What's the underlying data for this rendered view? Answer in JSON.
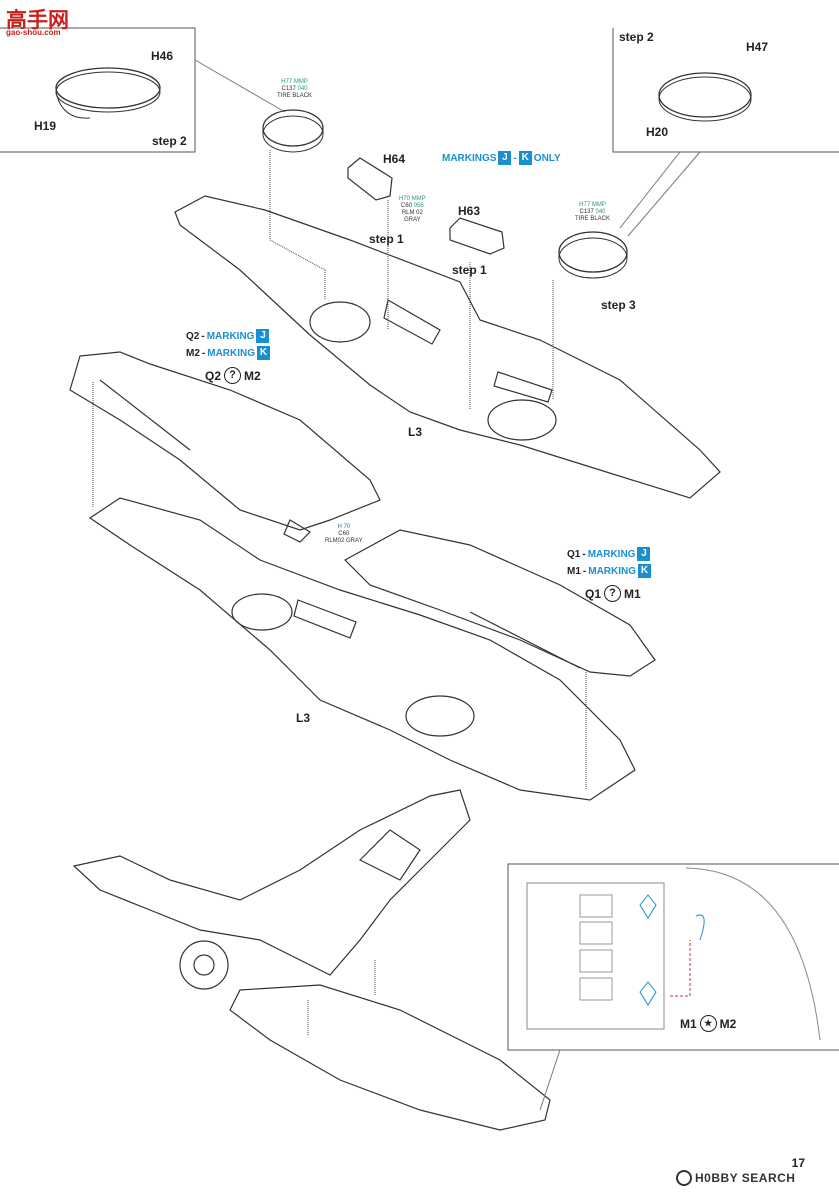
{
  "logo": {
    "title": "高手网",
    "url": "gao-shou.com"
  },
  "page_number": "17",
  "watermark": "H0BBY SEARCH",
  "insets": {
    "step2_left": "step 2",
    "step2_right": "step 2"
  },
  "parts": {
    "h46": "H46",
    "h19": "H19",
    "h47": "H47",
    "h20": "H20",
    "h64": "H64",
    "h63": "H63",
    "l3_top": "L3",
    "l3_bottom": "L3"
  },
  "steps": {
    "s1a": "step 1",
    "s1b": "step 1",
    "s3": "step 3"
  },
  "paint_callouts": {
    "tire1": {
      "l1a": "H77",
      "l1b": "MMP",
      "l2a": "C137",
      "l2b": "040",
      "l3": "TIRE BLACK"
    },
    "rlm02a": {
      "l1a": "H70",
      "l1b": "MMP",
      "l2a": "C60",
      "l2b": "056",
      "l3": "RLM 02",
      "l4": "GRAY"
    },
    "tire2": {
      "l1a": "H77",
      "l1b": "MMP",
      "l2a": "C137",
      "l2b": "040",
      "l3": "TIRE BLACK"
    },
    "rlm02b": {
      "l1a": "H 70",
      "l2a": "C60",
      "l3": "RLM02 GRAY"
    }
  },
  "markings": {
    "only": {
      "text": "MARKINGS",
      "j": "J",
      "sep": "-",
      "k": "K",
      "suffix": "ONLY"
    },
    "q2": {
      "code": "Q2",
      "sep": " - ",
      "text": "MARKING",
      "box": "J"
    },
    "m2": {
      "code": "M2",
      "sep": " - ",
      "text": "MARKING",
      "box": "K"
    },
    "q1": {
      "code": "Q1",
      "sep": " - ",
      "text": "MARKING",
      "box": "J"
    },
    "m1": {
      "code": "M1",
      "sep": " - ",
      "text": "MARKING",
      "box": "K"
    }
  },
  "options": {
    "top": {
      "left": "Q2",
      "symbol": "?",
      "right": "M2"
    },
    "mid": {
      "left": "Q1",
      "symbol": "?",
      "right": "M1"
    },
    "mask": {
      "left": "M1",
      "right": "M2"
    }
  },
  "colors": {
    "marking_blue": "#1a8fd0",
    "paint_green": "#2a9a6a",
    "logo_red": "#c8201c"
  }
}
